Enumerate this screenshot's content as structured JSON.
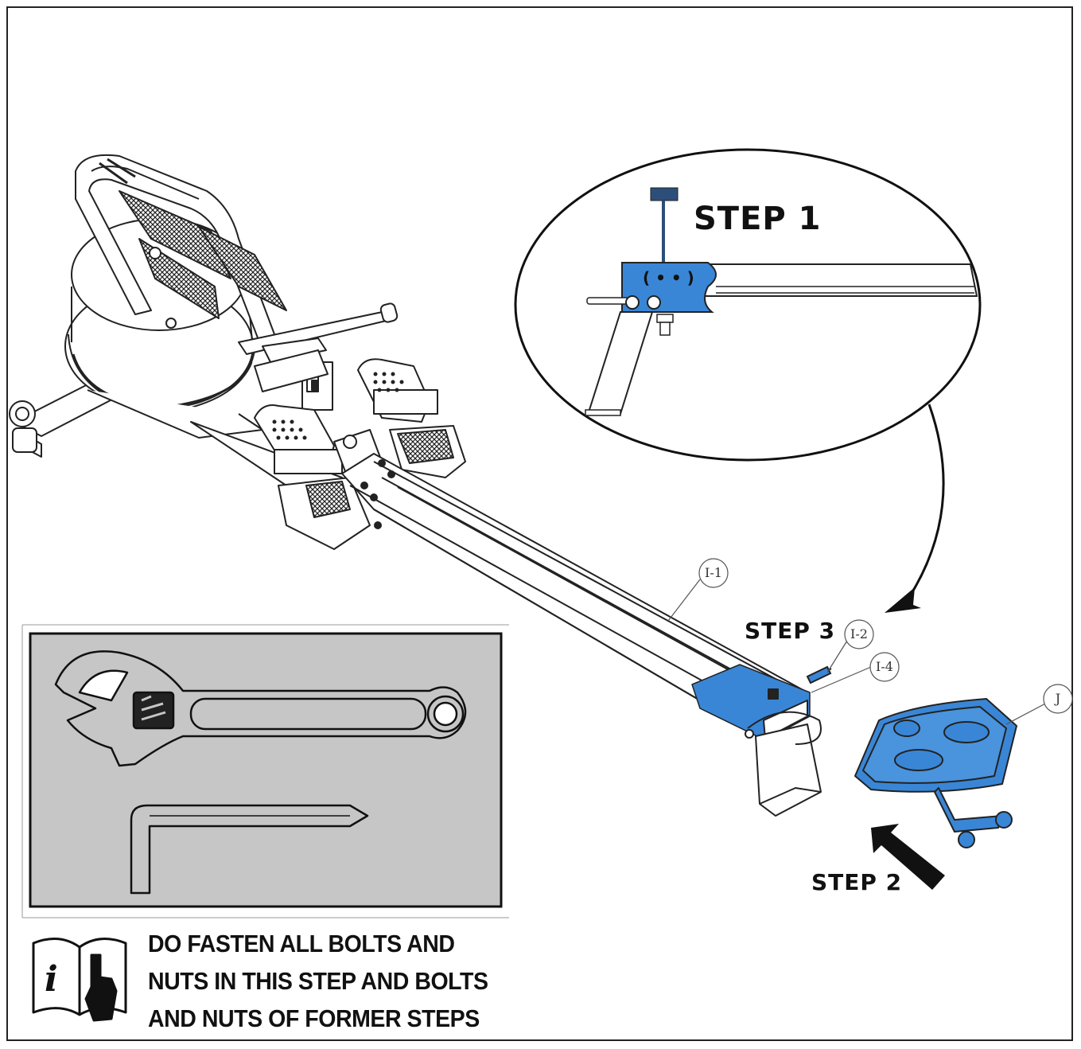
{
  "steps": {
    "step1": "STEP 1",
    "step2": "STEP 2",
    "step3": "STEP 3"
  },
  "callouts": {
    "i1": "I-1",
    "i2": "I-2",
    "i4": "I-4",
    "j": "J"
  },
  "note": {
    "line1": "DO FASTEN ALL BOLTS AND",
    "line2": "NUTS IN THIS STEP AND BOLTS",
    "line3": "AND NUTS OF FORMER STEPS"
  },
  "icons": {
    "manual": "manual-info-icon",
    "wrench": "adjustable-wrench-icon",
    "allen_key": "allen-key-icon"
  },
  "colors": {
    "highlight": "#3a86d6",
    "tool_panel": "#c6c6c6",
    "line": "#222222"
  }
}
